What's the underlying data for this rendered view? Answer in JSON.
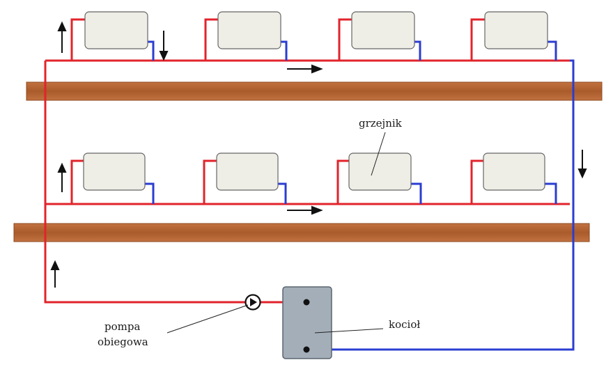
{
  "labels": {
    "radiator": "grzejnik",
    "pump_line1": "pompa",
    "pump_line2": "obiegowa",
    "boiler": "kocioł"
  },
  "colors": {
    "supply": "#e2232b",
    "return": "#2b3dd1",
    "beam": "#b2622f",
    "radiator_fill": "#eeeee6",
    "boiler_fill": "#a3aeb8",
    "arrow": "#111111"
  },
  "icons": [
    "arrow-right-icon",
    "arrow-up-icon",
    "arrow-down-icon",
    "pump-icon"
  ]
}
